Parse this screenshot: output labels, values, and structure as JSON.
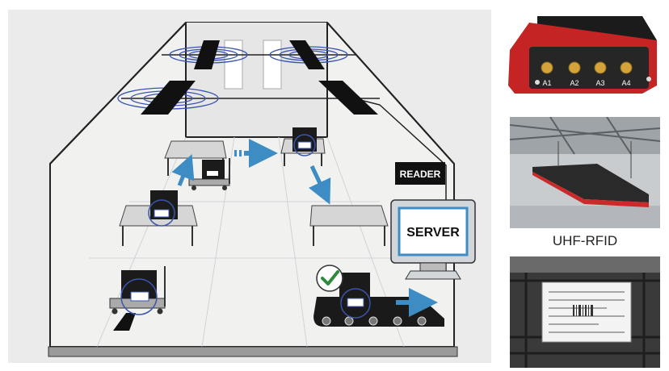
{
  "labels": {
    "reader": "READER",
    "server": "SERVER",
    "uhf_rfid": "UHF-RFID"
  },
  "reader_ports": [
    "A1",
    "A2",
    "A3",
    "A4"
  ],
  "colors": {
    "scene_background": "#ebebeb",
    "floor": "#f1f2f0",
    "flow_arrow": "#3d8dc4",
    "rfid_signal": "#3a55b0",
    "checkmark": "#2e8b3a",
    "reader_body": "#c42424",
    "antenna_edge": "#cc2a2a"
  },
  "icons": {
    "check": "checkmark-icon",
    "rfid_tag": "rfid-tag-icon",
    "signal": "signal-waves-icon"
  }
}
